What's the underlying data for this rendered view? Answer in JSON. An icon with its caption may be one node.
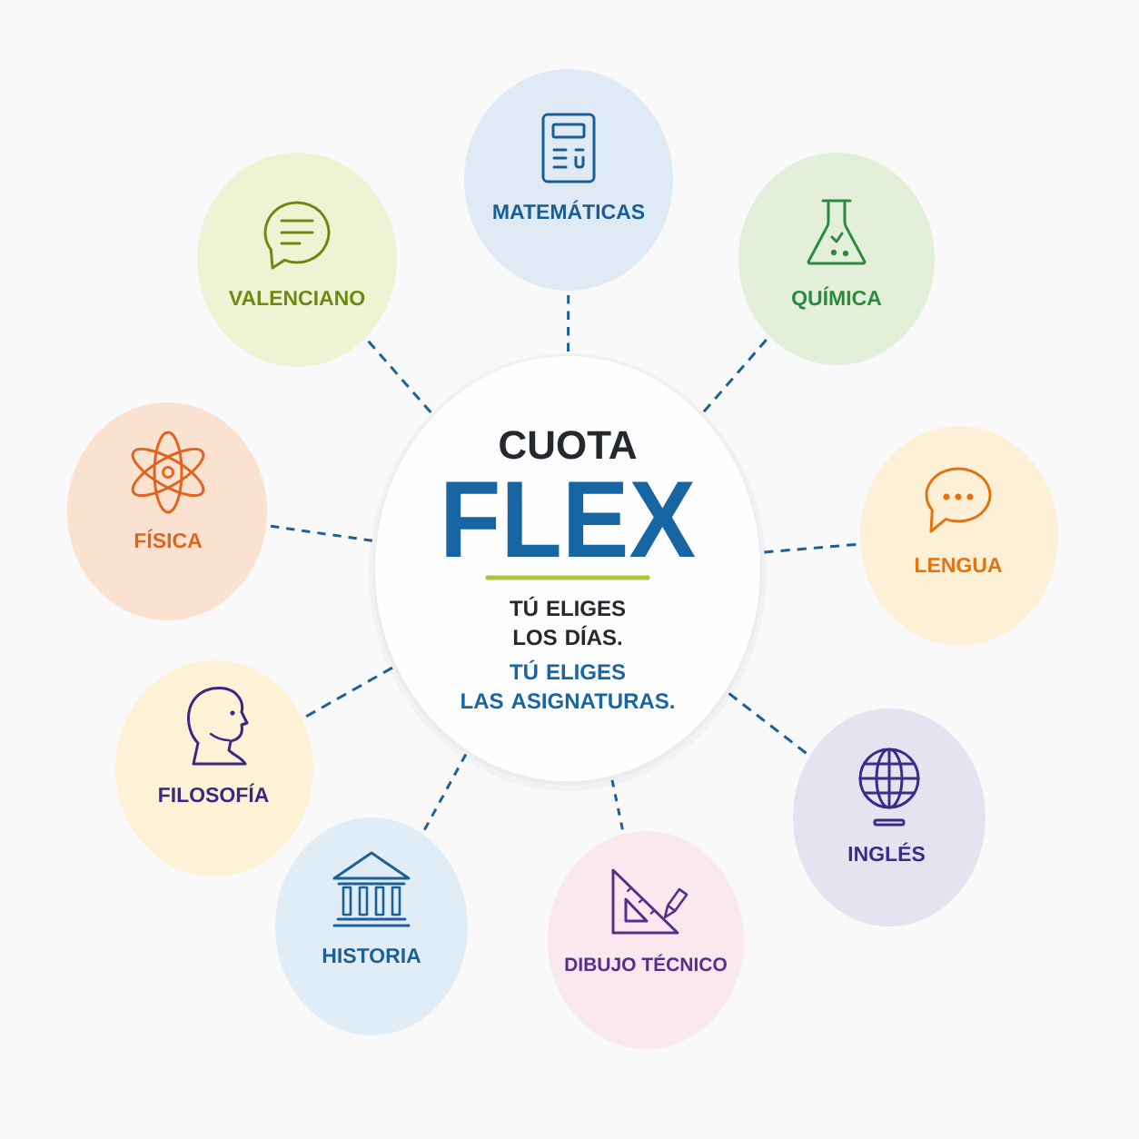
{
  "diagram": {
    "nodes": [
      {
        "text": [
          "CUOTA",
          "FLEX",
          "TÚ ELIGES LOS DÍAS.",
          "TÚ ELIGES LAS ASIGNATURAS."
        ]
      },
      {
        "text": [
          "MATEMÁTICAS"
        ]
      },
      {
        "text": [
          "QUÍMICA"
        ]
      },
      {
        "text": [
          "LENGUA"
        ]
      },
      {
        "text": [
          "INGLÉS"
        ]
      },
      {
        "text": [
          "DIBUJO TÉCNICO"
        ]
      },
      {
        "text": [
          "HISTORIA"
        ]
      },
      {
        "text": [
          "FILOSOFÍA"
        ]
      },
      {
        "text": [
          "FÍSICA"
        ]
      },
      {
        "text": [
          "VALENCIANO"
        ]
      }
    ],
    "edges": [
      {
        "from": 0,
        "to": 1,
        "arrow": "none",
        "style": "dashed"
      },
      {
        "from": 0,
        "to": 2,
        "arrow": "none",
        "style": "dashed"
      },
      {
        "from": 0,
        "to": 3,
        "arrow": "none",
        "style": "dashed"
      },
      {
        "from": 0,
        "to": 4,
        "arrow": "none",
        "style": "dashed"
      },
      {
        "from": 0,
        "to": 5,
        "arrow": "none",
        "style": "dashed"
      },
      {
        "from": 0,
        "to": 6,
        "arrow": "none",
        "style": "dashed"
      },
      {
        "from": 0,
        "to": 7,
        "arrow": "none",
        "style": "dashed"
      },
      {
        "from": 0,
        "to": 8,
        "arrow": "none",
        "style": "dashed"
      },
      {
        "from": 0,
        "to": 9,
        "arrow": "none",
        "style": "dashed"
      }
    ]
  }
}
